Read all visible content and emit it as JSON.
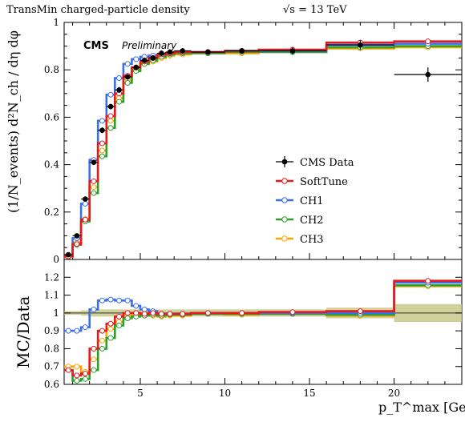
{
  "chart_data": [
    {
      "type": "line",
      "header": "TransMin charged-particle density",
      "header_energy": "√s = 13 TeV",
      "experiment_label": "CMS",
      "status_label": "Preliminary",
      "ylabel": "(1/N_events) d²N_ch / dη dφ",
      "xlabel": "p_T^max [GeV]",
      "xlim": [
        0.5,
        24
      ],
      "ylim": [
        0,
        1
      ],
      "xticks": [
        "5",
        "10",
        "15",
        "20"
      ],
      "yticks": [
        "0",
        "0.2",
        "0.4",
        "0.6",
        "0.8",
        "1"
      ],
      "legend_position": "right",
      "x_edges": [
        0.5,
        1,
        1.5,
        2,
        2.5,
        3,
        3.5,
        4,
        4.5,
        5,
        5.5,
        6,
        6.5,
        7,
        8,
        10,
        12,
        16,
        20,
        24
      ],
      "x_centers": [
        0.75,
        1.25,
        1.75,
        2.25,
        2.75,
        3.25,
        3.75,
        4.25,
        4.75,
        5.25,
        5.75,
        6.25,
        6.75,
        7.5,
        9,
        11,
        14,
        18,
        22
      ],
      "series": [
        {
          "name": "CMS Data",
          "color": "#000000",
          "marker": "filled-circle",
          "values": [
            0.02,
            0.1,
            0.255,
            0.41,
            0.545,
            0.645,
            0.715,
            0.77,
            0.81,
            0.84,
            0.85,
            0.87,
            0.875,
            0.88,
            0.875,
            0.88,
            0.88,
            0.905,
            0.78
          ],
          "x_err": [
            0.25,
            0.25,
            0.25,
            0.25,
            0.25,
            0.25,
            0.25,
            0.25,
            0.25,
            0.25,
            0.25,
            0.25,
            0.25,
            0.5,
            1,
            1,
            2,
            2,
            2
          ],
          "y_err": [
            0.005,
            0.006,
            0.008,
            0.01,
            0.012,
            0.012,
            0.012,
            0.012,
            0.012,
            0.012,
            0.012,
            0.012,
            0.012,
            0.012,
            0.012,
            0.012,
            0.015,
            0.02,
            0.03
          ]
        },
        {
          "name": "SoftTune",
          "color": "#e41a1c",
          "marker": "open-circle",
          "values": [
            0.013,
            0.065,
            0.168,
            0.33,
            0.49,
            0.605,
            0.7,
            0.775,
            0.81,
            0.835,
            0.85,
            0.865,
            0.87,
            0.875,
            0.875,
            0.88,
            0.885,
            0.915,
            0.92
          ]
        },
        {
          "name": "CH1",
          "color": "#3a6fe8",
          "marker": "open-circle",
          "values": [
            0.017,
            0.09,
            0.235,
            0.42,
            0.585,
            0.695,
            0.765,
            0.825,
            0.845,
            0.855,
            0.86,
            0.865,
            0.87,
            0.875,
            0.875,
            0.88,
            0.88,
            0.905,
            0.91
          ]
        },
        {
          "name": "CH2",
          "color": "#2ca02c",
          "marker": "open-circle",
          "values": [
            0.012,
            0.062,
            0.16,
            0.28,
            0.435,
            0.555,
            0.665,
            0.745,
            0.795,
            0.825,
            0.84,
            0.855,
            0.865,
            0.87,
            0.87,
            0.875,
            0.875,
            0.895,
            0.9
          ]
        },
        {
          "name": "CH3",
          "color": "#ffa500",
          "marker": "open-circle",
          "values": [
            0.012,
            0.07,
            0.17,
            0.305,
            0.46,
            0.585,
            0.68,
            0.76,
            0.8,
            0.825,
            0.835,
            0.85,
            0.86,
            0.865,
            0.87,
            0.87,
            0.875,
            0.89,
            0.895
          ]
        }
      ]
    },
    {
      "type": "line",
      "ylabel": "MC/Data",
      "xlabel": "p_T^max [GeV]",
      "xlim": [
        0.5,
        24
      ],
      "ylim": [
        0.6,
        1.3
      ],
      "yticks": [
        "0.6",
        "0.7",
        "0.8",
        "0.9",
        "1",
        "1.1",
        "1.2"
      ],
      "xticks": [
        "5",
        "10",
        "15",
        "20"
      ],
      "band_color": "#c8c88a",
      "band_half_width": [
        0.01,
        0.01,
        0.015,
        0.02,
        0.02,
        0.02,
        0.02,
        0.02,
        0.02,
        0.02,
        0.02,
        0.02,
        0.02,
        0.02,
        0.02,
        0.02,
        0.02,
        0.03,
        0.05
      ],
      "series": [
        {
          "name": "SoftTune",
          "color": "#e41a1c",
          "values": [
            0.68,
            0.65,
            0.66,
            0.8,
            0.9,
            0.94,
            0.98,
            1.0,
            1.0,
            0.995,
            1.0,
            0.995,
            0.995,
            0.995,
            1.0,
            1.0,
            1.005,
            1.01,
            1.18
          ]
        },
        {
          "name": "CH1",
          "color": "#3a6fe8",
          "values": [
            0.9,
            0.9,
            0.92,
            1.02,
            1.07,
            1.075,
            1.07,
            1.07,
            1.04,
            1.02,
            1.01,
            0.995,
            0.995,
            0.995,
            1.0,
            1.0,
            1.0,
            1.0,
            1.17
          ]
        },
        {
          "name": "CH2",
          "color": "#2ca02c",
          "values": [
            0.68,
            0.62,
            0.63,
            0.68,
            0.8,
            0.86,
            0.93,
            0.97,
            0.98,
            0.985,
            0.99,
            0.985,
            0.99,
            0.99,
            0.995,
            0.995,
            0.995,
            0.99,
            1.155
          ]
        },
        {
          "name": "CH3",
          "color": "#ffa500",
          "values": [
            0.7,
            0.7,
            0.67,
            0.74,
            0.845,
            0.91,
            0.95,
            0.985,
            0.985,
            0.985,
            0.985,
            0.98,
            0.985,
            0.985,
            0.995,
            0.99,
            0.995,
            0.985,
            1.15
          ]
        }
      ]
    }
  ]
}
